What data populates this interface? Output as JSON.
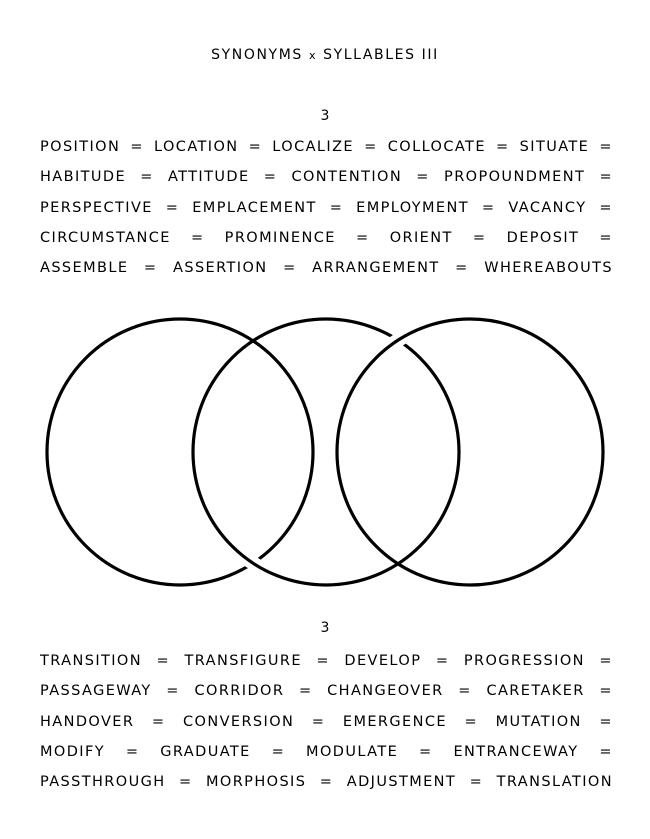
{
  "title": {
    "part1": "SYNONYMS",
    "x": "x",
    "part2": "SYLLABLES III"
  },
  "top": {
    "number": "3",
    "lines": [
      [
        "POSITION",
        "=",
        "LOCATION",
        "=",
        "LOCALIZE",
        "=",
        "COLLOCATE",
        "=",
        "SITUATE",
        "="
      ],
      [
        "HABITUDE",
        "=",
        "ATTITUDE",
        "=",
        "CONTENTION",
        "=",
        "PROPOUNDMENT",
        "="
      ],
      [
        "PERSPECTIVE",
        "=",
        "EMPLACEMENT",
        "=",
        "EMPLOYMENT",
        "=",
        "VACANCY",
        "="
      ],
      [
        "CIRCUMSTANCE",
        "=",
        "PROMINENCE",
        "=",
        "ORIENT",
        "=",
        "DEPOSIT",
        "="
      ],
      [
        "ASSEMBLE",
        "=",
        "ASSERTION",
        "=",
        "ARRANGEMENT",
        "=",
        "WHEREABOUTS"
      ]
    ]
  },
  "bottom": {
    "number": "3",
    "lines": [
      [
        "TRANSITION",
        "=",
        "TRANSFIGURE",
        "=",
        "DEVELOP",
        "=",
        "PROGRESSION",
        "="
      ],
      [
        "PASSAGEWAY",
        "=",
        "CORRIDOR",
        "=",
        "CHANGEOVER",
        "=",
        "CARETAKER",
        "="
      ],
      [
        "HANDOVER",
        "=",
        "CONVERSION",
        "=",
        "EMERGENCE",
        "=",
        "MUTATION",
        "="
      ],
      [
        "MODIFY",
        "=",
        "GRADUATE",
        "=",
        "MODULATE",
        "=",
        "ENTRANCEWAY",
        "="
      ],
      [
        "PASSTHROUGH",
        "=",
        "MORPHOSIS",
        "=",
        "ADJUSTMENT",
        "=",
        "TRANSLATION"
      ]
    ]
  },
  "colors": {
    "ink": "#000000",
    "paper": "#ffffff"
  }
}
